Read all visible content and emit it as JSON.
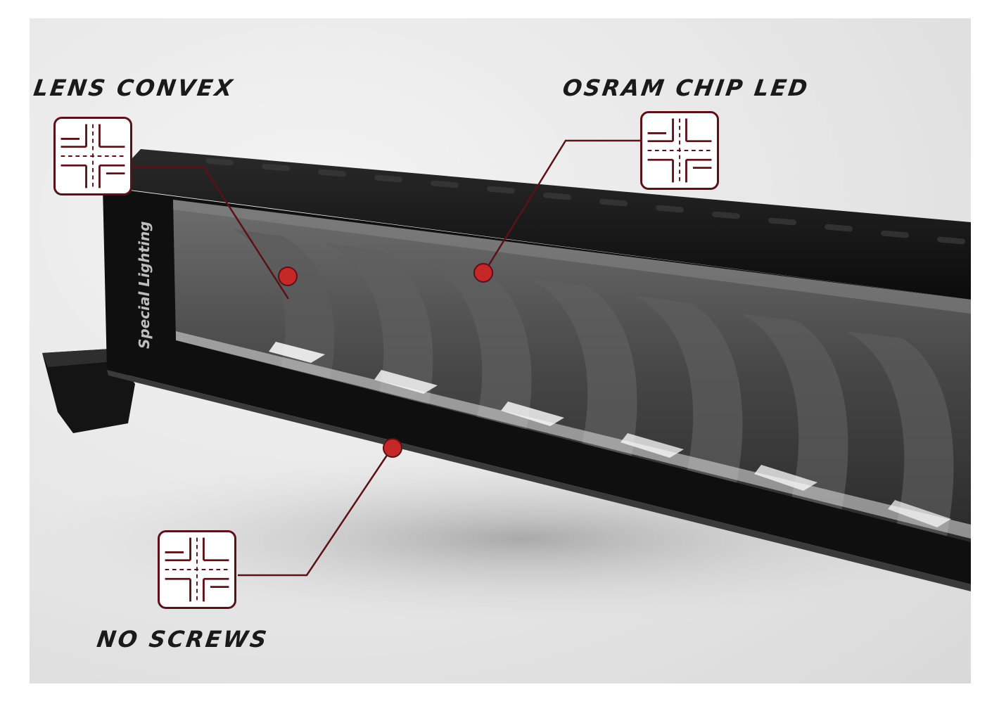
{
  "labels": {
    "lens": "LENS CONVEX",
    "chip": "OSRAM CHIP LED",
    "screws": "NO SCREWS"
  },
  "brand": {
    "print": "Special Lighting"
  },
  "icons": {
    "feature_icon": "crossroads-junction-icon",
    "hotspot": "red-dot-marker"
  },
  "colors": {
    "accent": "#5a1218",
    "hotspot": "#c62828",
    "bar_body": "#0f0f0f",
    "background": "#e6e6e6",
    "label_text": "#1a1a1a"
  }
}
